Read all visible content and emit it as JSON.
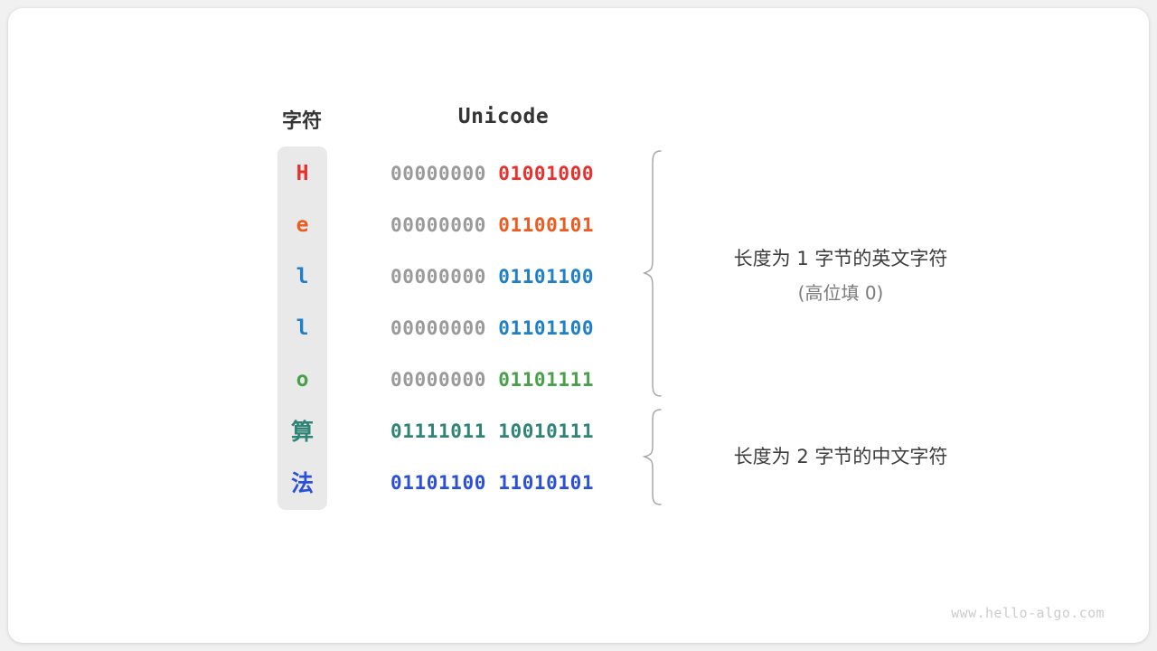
{
  "headers": {
    "char": "字符",
    "unicode": "Unicode"
  },
  "colors": {
    "red": "#e8312f",
    "orange": "#ec5b20",
    "blue": "#1f80c8",
    "green": "#49a04a",
    "teal": "#2f8476",
    "indigo": "#2b50d8",
    "gray_high_byte": "#9a9a9a",
    "column_background": "#e9e9e9",
    "card_background": "#ffffff",
    "page_background": "#f1f1f1"
  },
  "rows": [
    {
      "char": "H",
      "high_byte": "00000000",
      "low_byte": "01001000",
      "color": "#e8312f",
      "cjk": false,
      "high_byte_colored": false
    },
    {
      "char": "e",
      "high_byte": "00000000",
      "low_byte": "01100101",
      "color": "#ec5b20",
      "cjk": false,
      "high_byte_colored": false
    },
    {
      "char": "l",
      "high_byte": "00000000",
      "low_byte": "01101100",
      "color": "#1f80c8",
      "cjk": false,
      "high_byte_colored": false
    },
    {
      "char": "l",
      "high_byte": "00000000",
      "low_byte": "01101100",
      "color": "#1f80c8",
      "cjk": false,
      "high_byte_colored": false
    },
    {
      "char": "o",
      "high_byte": "00000000",
      "low_byte": "01101111",
      "color": "#49a04a",
      "cjk": false,
      "high_byte_colored": false
    },
    {
      "char": "算",
      "high_byte": "01111011",
      "low_byte": "10010111",
      "color": "#2f8476",
      "cjk": true,
      "high_byte_colored": true
    },
    {
      "char": "法",
      "high_byte": "01101100",
      "low_byte": "11010101",
      "color": "#2b50d8",
      "cjk": true,
      "high_byte_colored": true
    }
  ],
  "annotations": [
    {
      "line1": "长度为 1 字节的英文字符",
      "line2": "(高位填 0)"
    },
    {
      "line1": "长度为 2 字节的中文字符",
      "line2": ""
    }
  ],
  "watermark": "www.hello-algo.com"
}
